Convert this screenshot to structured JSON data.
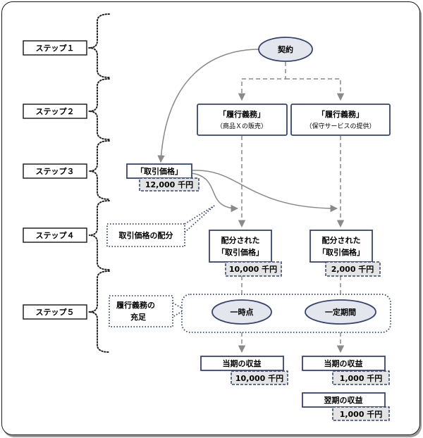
{
  "steps": [
    "ステップ１",
    "ステップ２",
    "ステップ３",
    "ステップ４",
    "ステップ５"
  ],
  "contract": "契約",
  "obligations": [
    {
      "title": "「履行義務」",
      "subtitle": "（商品Ｘの販売）"
    },
    {
      "title": "「履行義務」",
      "subtitle": "（保守サービスの提供）"
    }
  ],
  "price": {
    "label": "「取引価格」",
    "value": "12,000 千円"
  },
  "allocation_note": "取引価格の配分",
  "allocated": [
    {
      "line1": "配分された",
      "line2": "「取引価格」",
      "value": "10,000 千円"
    },
    {
      "line1": "配分された",
      "line2": "「取引価格」",
      "value": "2,000 千円"
    }
  ],
  "satisfaction_note": {
    "line1": "履行義務の",
    "line2": "充足"
  },
  "timing": [
    "一時点",
    "一定期間"
  ],
  "revenue": [
    {
      "label": "当期の収益",
      "value": "10,000 千円"
    },
    {
      "label": "当期の収益",
      "value": "1,000 千円"
    },
    {
      "label": "翌期の収益",
      "value": "1,000 千円"
    }
  ],
  "colors": {
    "box_border": "#35446f",
    "value_bg": "#e4e4e4",
    "ellipse_bg": "#e4e6ee",
    "arrow": "#8a8a8a"
  }
}
